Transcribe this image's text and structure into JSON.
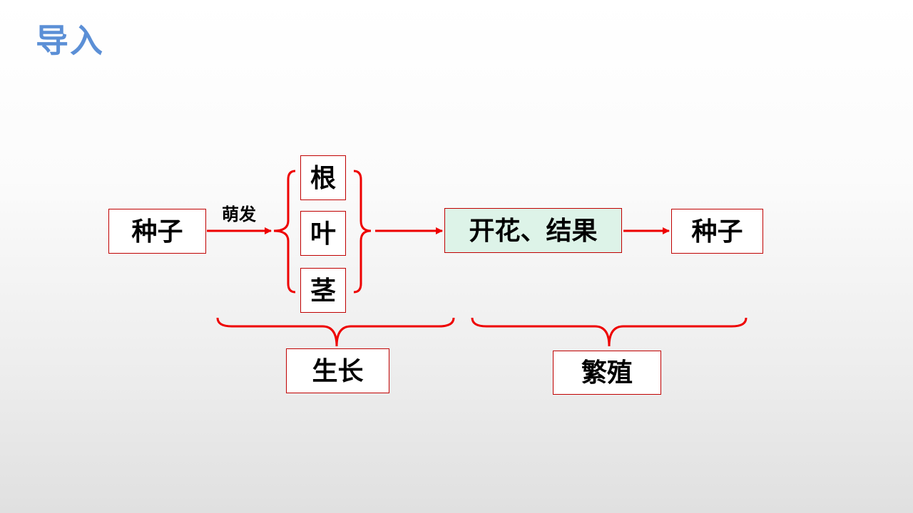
{
  "header": {
    "title": "导入"
  },
  "diagram": {
    "nodes": {
      "seed_start": "种子",
      "root": "根",
      "leaf": "叶",
      "stem": "茎",
      "flower_fruit": "开花、结果",
      "seed_end": "种子",
      "growth": "生长",
      "reproduction": "繁殖"
    },
    "edge_labels": {
      "germinate": "萌发"
    },
    "colors": {
      "line": "#ee0000",
      "box_border": "#c00000",
      "title": "#5b8fd6",
      "highlight_fill": "#ddf3e8"
    }
  }
}
